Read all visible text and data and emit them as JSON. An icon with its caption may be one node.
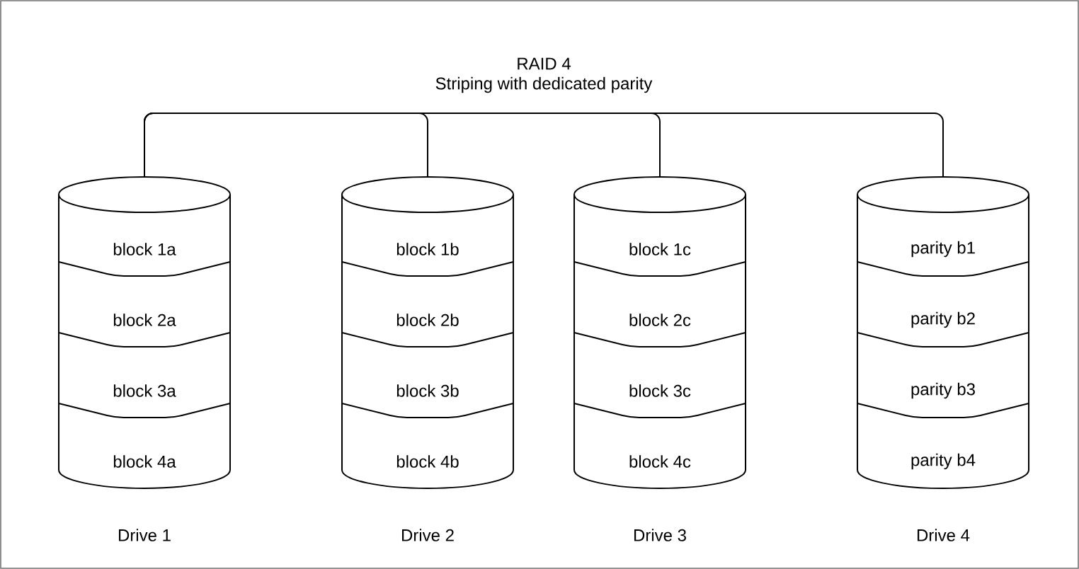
{
  "diagram": {
    "nodes": [
      {
        "text": [],
        "shape": "cylinder",
        "beside": [
          "Drive 1"
        ]
      },
      {
        "text": [
          "block 1a"
        ],
        "in": 0
      },
      {
        "text": [
          "block 2a"
        ],
        "in": 0
      },
      {
        "text": [
          "block 3a"
        ],
        "in": 0
      },
      {
        "text": [
          "block 4a"
        ],
        "in": 0
      },
      {
        "text": [],
        "shape": "cylinder",
        "beside": [
          "Drive 2"
        ]
      },
      {
        "text": [
          "block 1b"
        ],
        "in": 5
      },
      {
        "text": [
          "block 2b"
        ],
        "in": 5
      },
      {
        "text": [
          "block 3b"
        ],
        "in": 5
      },
      {
        "text": [
          "block 4b"
        ],
        "in": 5
      },
      {
        "text": [],
        "shape": "cylinder",
        "beside": [
          "Drive 3"
        ]
      },
      {
        "text": [
          "block 1c"
        ],
        "in": 10
      },
      {
        "text": [
          "block 2c"
        ],
        "in": 10
      },
      {
        "text": [
          "block 3c"
        ],
        "in": 10
      },
      {
        "text": [
          "block 4c"
        ],
        "in": 10
      },
      {
        "text": [],
        "shape": "cylinder",
        "beside": [
          "Drive 4"
        ]
      },
      {
        "text": [
          "parity b1"
        ],
        "in": 15
      },
      {
        "text": [
          "parity b2"
        ],
        "in": 15
      },
      {
        "text": [
          "parity b3"
        ],
        "in": 15
      },
      {
        "text": [
          "parity b4"
        ],
        "in": 15
      }
    ],
    "edges": [
      {
        "from": 0,
        "to": 5,
        "arrow": "none"
      },
      {
        "from": 0,
        "to": 10,
        "arrow": "none"
      },
      {
        "from": 0,
        "to": 15,
        "arrow": "none"
      }
    ],
    "labels": [
      "RAID 4",
      "Striping with dedicated parity"
    ]
  }
}
